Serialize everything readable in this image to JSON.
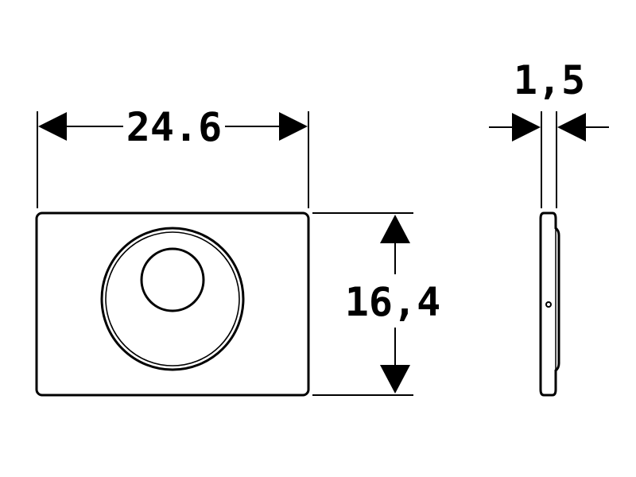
{
  "front_view": {
    "width_label": "24.6",
    "height_label": "16,4"
  },
  "side_view": {
    "thickness_label": "1,5"
  },
  "colors": {
    "line": "#000000",
    "background": "#ffffff"
  }
}
